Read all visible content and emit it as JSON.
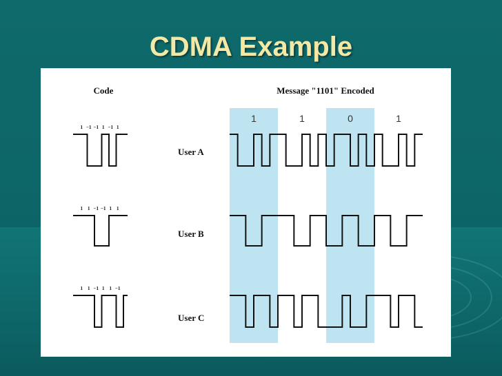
{
  "slide": {
    "title": "CDMA Example",
    "colors": {
      "background": "#0f6a6c",
      "title": "#f3e9a6",
      "highlight": "#bde4f0",
      "waveform": "#111111"
    }
  },
  "figure": {
    "code_header": "Code",
    "message_header": "Message \"1101\" Encoded",
    "message_bits": [
      "1",
      "1",
      "0",
      "1"
    ],
    "highlighted_bits": [
      0,
      2
    ],
    "users": [
      {
        "name": "User A",
        "code": [
          1,
          -1,
          -1,
          1,
          -1,
          1
        ],
        "code_labels": [
          "1",
          "−1",
          "−1",
          "1",
          "−1",
          "1"
        ]
      },
      {
        "name": "User B",
        "code": [
          1,
          1,
          -1,
          -1,
          1,
          1
        ],
        "code_labels": [
          "1",
          "1",
          "−1",
          "−1",
          "1",
          "1"
        ]
      },
      {
        "name": "User C",
        "code": [
          1,
          1,
          -1,
          1,
          1,
          -1
        ],
        "code_labels": [
          "1",
          "1",
          "−1",
          "1",
          "1",
          "−1"
        ]
      }
    ]
  }
}
